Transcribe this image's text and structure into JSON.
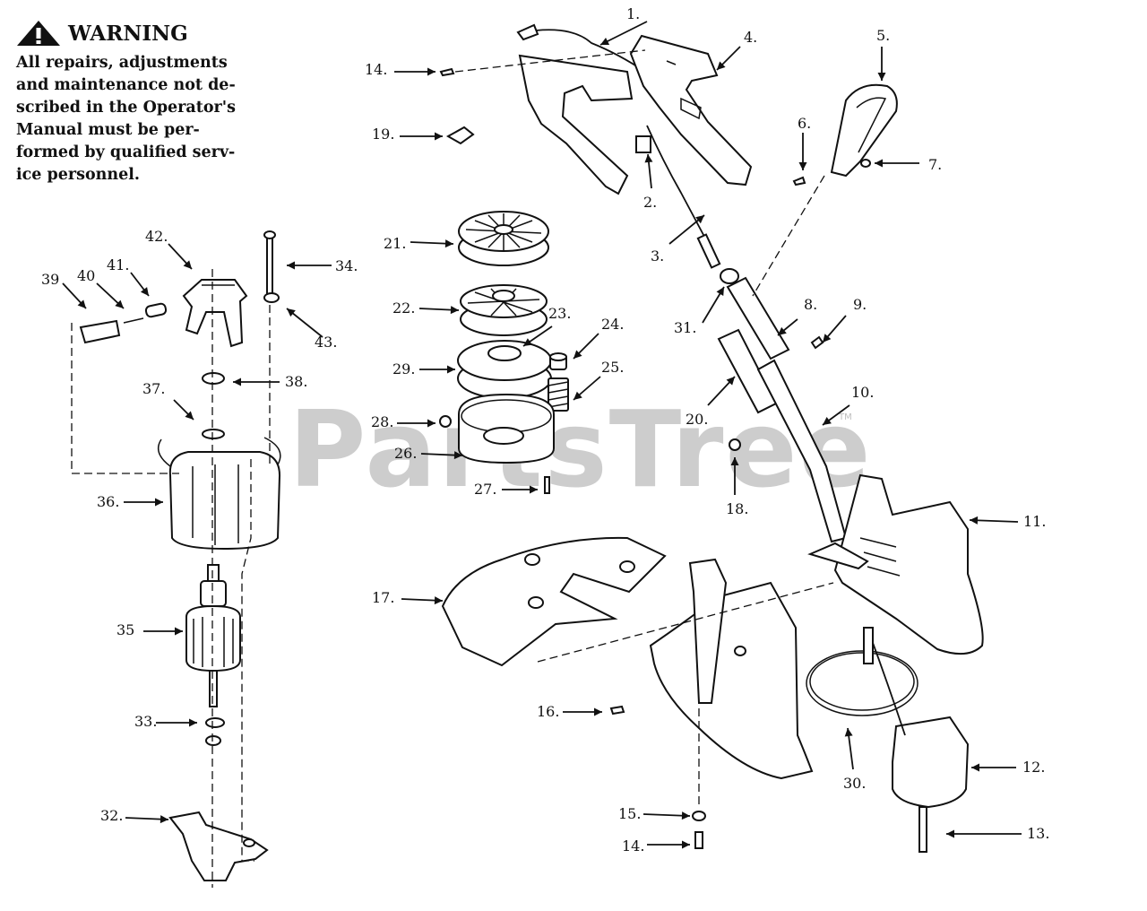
{
  "warning": {
    "title": "WARNING",
    "icon": "warning-triangle-icon",
    "text": "All repairs, adjustments\nand maintenance not de-\nscribed in the Operator's\nManual must be per-\nformed by qualified serv-\nice personnel."
  },
  "watermark": {
    "text": "PartsTree",
    "tm": "TM"
  },
  "callouts": [
    "1.",
    "2.",
    "3.",
    "4.",
    "5.",
    "6.",
    "7.",
    "8.",
    "9.",
    "10.",
    "11.",
    "12.",
    "13.",
    "14.",
    "14.",
    "15.",
    "16.",
    "17.",
    "18.",
    "19.",
    "20.",
    "21.",
    "22.",
    "23.",
    "24.",
    "25.",
    "26.",
    "27.",
    "28.",
    "29.",
    "30.",
    "31.",
    "32.",
    "33.",
    "34.",
    "35",
    "36.",
    "37.",
    "38.",
    "39",
    "40",
    "41.",
    "42.",
    "43."
  ]
}
